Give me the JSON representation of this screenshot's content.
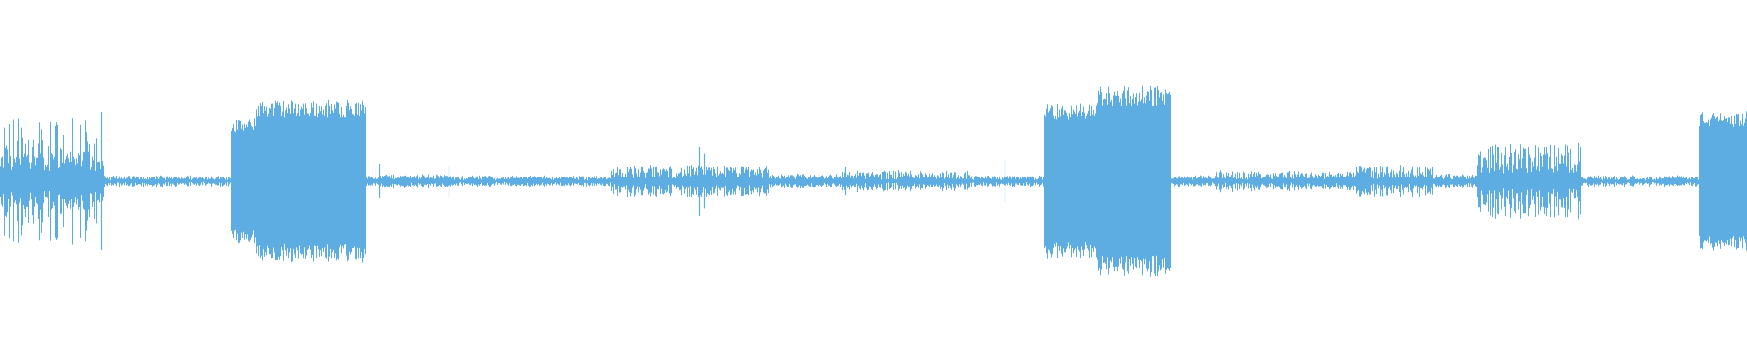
{
  "waveform": {
    "color": "#5DADE2",
    "background": "#FFFFFF",
    "baseline_amplitude": 0.015,
    "segments": [
      {
        "start": 0.0,
        "end": 0.059,
        "amp": 0.37,
        "style": "spiky"
      },
      {
        "start": 0.059,
        "end": 0.132,
        "amp": 0.03,
        "style": "quiet"
      },
      {
        "start": 0.132,
        "end": 0.146,
        "amp": 0.36,
        "style": "dense"
      },
      {
        "start": 0.146,
        "end": 0.209,
        "amp": 0.47,
        "style": "dense"
      },
      {
        "start": 0.209,
        "end": 0.255,
        "amp": 0.04,
        "style": "quiet"
      },
      {
        "start": 0.255,
        "end": 0.35,
        "amp": 0.03,
        "style": "quiet"
      },
      {
        "start": 0.35,
        "end": 0.44,
        "amp": 0.09,
        "style": "medium"
      },
      {
        "start": 0.44,
        "end": 0.48,
        "amp": 0.04,
        "style": "quiet"
      },
      {
        "start": 0.48,
        "end": 0.555,
        "amp": 0.06,
        "style": "medium"
      },
      {
        "start": 0.555,
        "end": 0.597,
        "amp": 0.03,
        "style": "quiet"
      },
      {
        "start": 0.597,
        "end": 0.627,
        "amp": 0.45,
        "style": "dense"
      },
      {
        "start": 0.627,
        "end": 0.67,
        "amp": 0.55,
        "style": "dense"
      },
      {
        "start": 0.67,
        "end": 0.695,
        "amp": 0.03,
        "style": "quiet"
      },
      {
        "start": 0.695,
        "end": 0.745,
        "amp": 0.06,
        "style": "medium"
      },
      {
        "start": 0.745,
        "end": 0.775,
        "amp": 0.05,
        "style": "quiet"
      },
      {
        "start": 0.775,
        "end": 0.82,
        "amp": 0.09,
        "style": "medium"
      },
      {
        "start": 0.82,
        "end": 0.845,
        "amp": 0.04,
        "style": "quiet"
      },
      {
        "start": 0.845,
        "end": 0.905,
        "amp": 0.22,
        "style": "medium"
      },
      {
        "start": 0.905,
        "end": 0.972,
        "amp": 0.03,
        "style": "quiet"
      },
      {
        "start": 0.972,
        "end": 1.0,
        "amp": 0.4,
        "style": "dense"
      }
    ],
    "spikes": [
      {
        "pos": 0.058,
        "amp": 0.4
      },
      {
        "pos": 0.208,
        "amp": 0.42
      },
      {
        "pos": 0.217,
        "amp": 0.1
      },
      {
        "pos": 0.257,
        "amp": 0.09
      },
      {
        "pos": 0.4,
        "amp": 0.2
      },
      {
        "pos": 0.403,
        "amp": 0.16
      },
      {
        "pos": 0.484,
        "amp": 0.08
      },
      {
        "pos": 0.575,
        "amp": 0.12
      },
      {
        "pos": 0.993,
        "amp": 0.2
      }
    ]
  }
}
